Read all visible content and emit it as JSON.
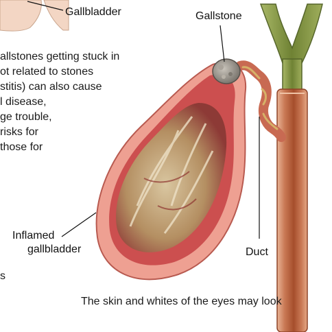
{
  "labels": {
    "gallbladder_top": "Gallbladder",
    "gallstone": "Gallstone",
    "inflamed_line1": "Inflamed",
    "inflamed_line2": "gallbladder",
    "duct": "Duct"
  },
  "body_text": {
    "lines": [
      "allstones getting stuck in",
      "ot related to stones",
      "stitis) can also cause",
      "l disease,",
      "ge trouble,",
      "risks for",
      "those for"
    ],
    "fragment_s": "s",
    "bottom_line": "The skin and whites of the eyes may look"
  },
  "colors": {
    "duct_outer": "#c97955",
    "duct_inner": "#a64e2c",
    "duct_green": "#7a8b3c",
    "gallbladder_wall": "#e88a7c",
    "gallbladder_inner": "#c84a4a",
    "bile": "#b69a6a",
    "stone": "#8f8a82",
    "skin": "#f3d6c4"
  }
}
